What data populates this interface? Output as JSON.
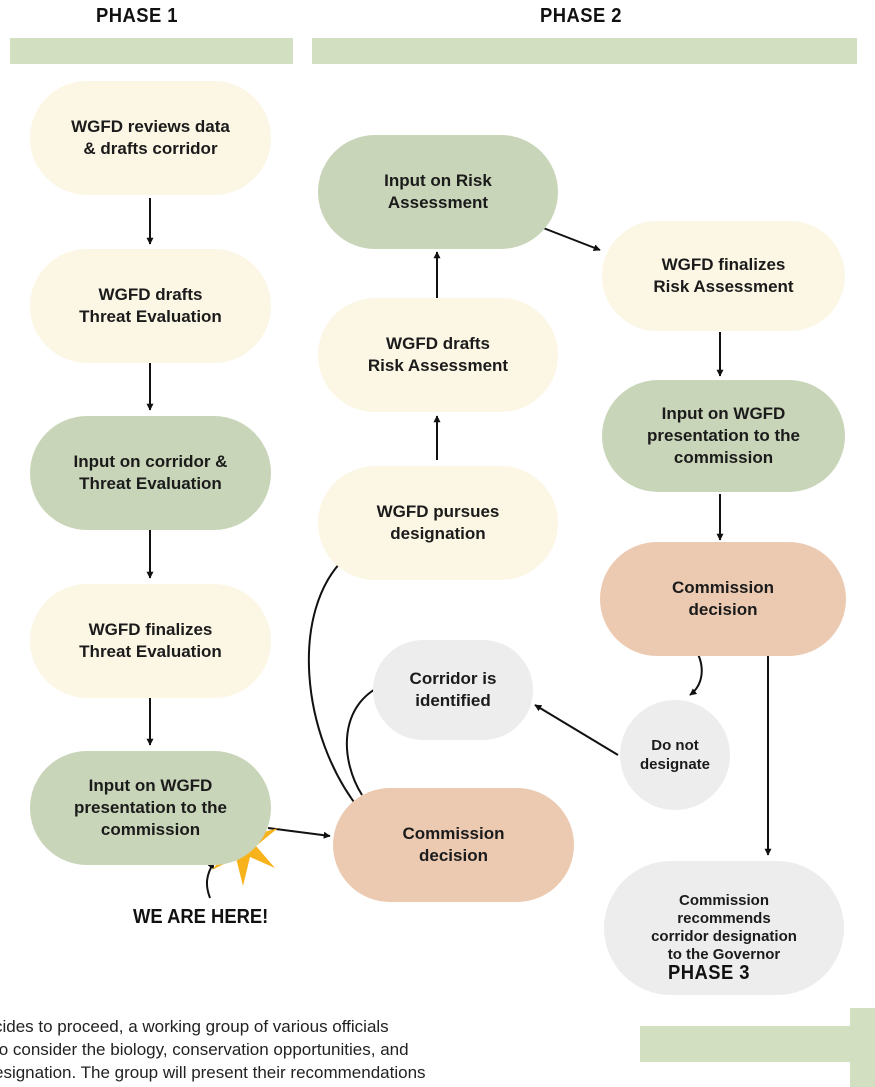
{
  "phases": {
    "phase1": "PHASE 1",
    "phase2": "PHASE 2",
    "phase3": "PHASE 3"
  },
  "nodes": {
    "p1_reviews": [
      "WGFD reviews data",
      "& drafts corridor"
    ],
    "p1_drafts_threat": [
      "WGFD drafts",
      "Threat Evaluation"
    ],
    "p1_input_corridor": [
      "Input on corridor &",
      "Threat Evaluation"
    ],
    "p1_finalizes_threat": [
      "WGFD finalizes",
      "Threat Evaluation"
    ],
    "p1_input_presentation": [
      "Input on WGFD",
      "presentation to the",
      "commission"
    ],
    "p1_commission_decision": [
      "Commission",
      "decision"
    ],
    "corridor_identified": [
      "Corridor is",
      "identified"
    ],
    "p2_pursues": [
      "WGFD pursues",
      "designation"
    ],
    "p2_drafts_risk": [
      "WGFD drafts",
      "Risk Assessment"
    ],
    "p2_input_risk": [
      "Input on Risk",
      "Assessment"
    ],
    "p2_finalizes_risk": [
      "WGFD finalizes",
      "Risk Assessment"
    ],
    "p2_input_presentation": [
      "Input on WGFD",
      "presentation to the",
      "commission"
    ],
    "p2_commission_decision": [
      "Commission",
      "decision"
    ],
    "do_not_designate": [
      "Do not",
      "designate"
    ],
    "recommends": [
      "Commission",
      "recommends",
      "corridor designation",
      "to the Governor"
    ]
  },
  "marker": {
    "we_are_here": "WE ARE HERE!"
  },
  "footer_text": [
    "cides to proceed, a working group of various officials",
    " to consider the biology, conservation opportunities, and",
    "esignation. The group will present their recommendations"
  ],
  "colors": {
    "cream": "#fcf6e4",
    "green": "#c9d5b8",
    "peach": "#eccab2",
    "gray": "#ededed",
    "phase_bar": "#d3dfc1",
    "star": "#f7b21c"
  }
}
